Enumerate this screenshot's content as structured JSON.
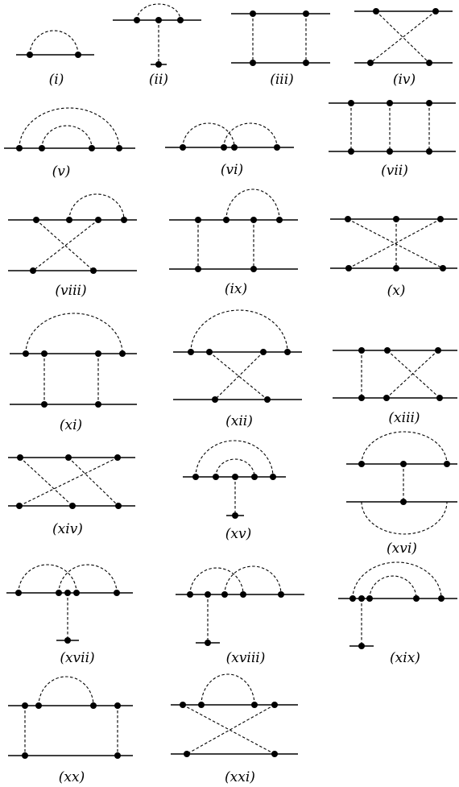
{
  "diagrams": [
    {
      "id": "i",
      "caption": "(i)"
    },
    {
      "id": "ii",
      "caption": "(ii)"
    },
    {
      "id": "iii",
      "caption": "(iii)"
    },
    {
      "id": "iv",
      "caption": "(iv)"
    },
    {
      "id": "v",
      "caption": "(v)"
    },
    {
      "id": "vi",
      "caption": "(vi)"
    },
    {
      "id": "vii",
      "caption": "(vii)"
    },
    {
      "id": "viii",
      "caption": "(viii)"
    },
    {
      "id": "ix",
      "caption": "(ix)"
    },
    {
      "id": "x",
      "caption": "(x)"
    },
    {
      "id": "xi",
      "caption": "(xi)"
    },
    {
      "id": "xii",
      "caption": "(xii)"
    },
    {
      "id": "xiii",
      "caption": "(xiii)"
    },
    {
      "id": "xiv",
      "caption": "(xiv)"
    },
    {
      "id": "xv",
      "caption": "(xv)"
    },
    {
      "id": "xvi",
      "caption": "(xvi)"
    },
    {
      "id": "xvii",
      "caption": "(xvii)"
    },
    {
      "id": "xviii",
      "caption": "(xviii)"
    },
    {
      "id": "xix",
      "caption": "(xix)"
    },
    {
      "id": "xx",
      "caption": "(xx)"
    },
    {
      "id": "xxi",
      "caption": "(xxi)"
    }
  ]
}
